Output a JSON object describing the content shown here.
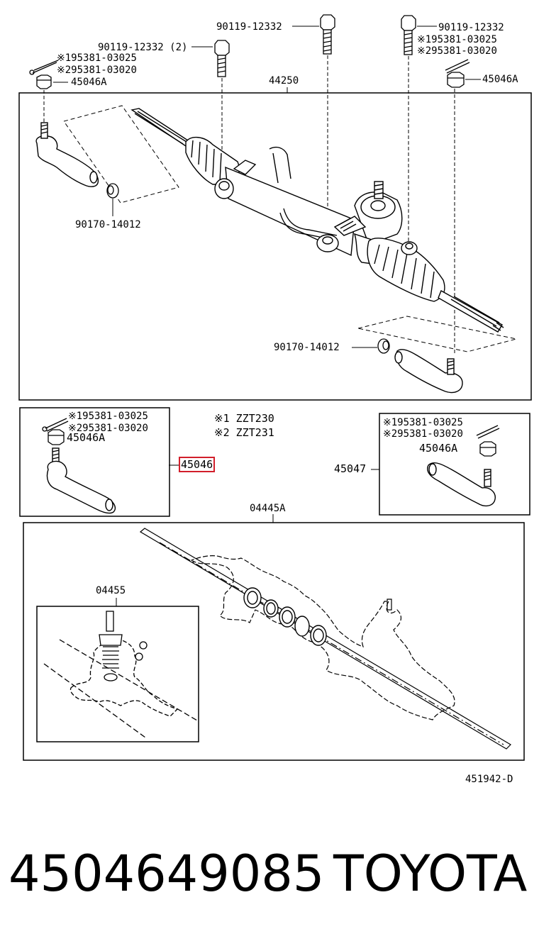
{
  "main_panel": {
    "assembly": "44250",
    "bolt_top_center": "90119-12332",
    "bolt_top_left": "90119-12332 (2)",
    "bolt_top_right": "90119-12332",
    "left_pin_1": "※195381-03025",
    "left_pin_2": "※295381-03020",
    "left_nut": "45046A",
    "right_pin_1": "※195381-03025",
    "right_pin_2": "※295381-03020",
    "right_nut": "45046A",
    "bushing_left": "90170-14012",
    "bushing_right": "90170-14012"
  },
  "left_end_box": {
    "pin_1": "※195381-03025",
    "pin_2": "※295381-03020",
    "nut": "45046A",
    "part": "45046"
  },
  "notes": {
    "note_1": "※1 ZZT230",
    "note_2": "※2 ZZT231"
  },
  "right_end_box": {
    "pin_1": "※195381-03025",
    "pin_2": "※295381-03020",
    "nut": "45046A",
    "part": "45047"
  },
  "gear_panel": {
    "assembly": "04445A",
    "inset": "04455"
  },
  "drawing_ref": "451942-D",
  "footer": {
    "part_number": "4504649085",
    "brand": "TOYOTA"
  }
}
